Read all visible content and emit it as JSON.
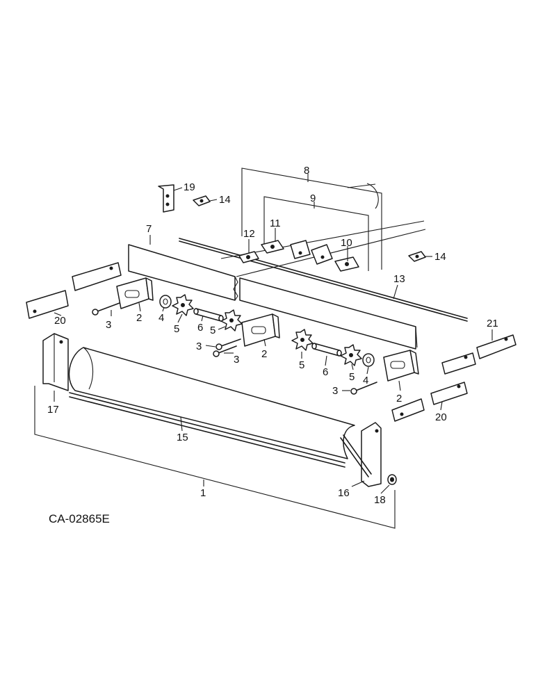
{
  "drawing_code": "CA-02865E",
  "callouts": {
    "c1": "1",
    "c2a": "2",
    "c2b": "2",
    "c2c": "2",
    "c3a": "3",
    "c3b": "3",
    "c3c": "3",
    "c3d": "3",
    "c4a": "4",
    "c4b": "4",
    "c5a": "5",
    "c5b": "5",
    "c5c": "5",
    "c5d": "5",
    "c6a": "6",
    "c6b": "6",
    "c7": "7",
    "c8": "8",
    "c9": "9",
    "c10": "10",
    "c11": "11",
    "c12": "12",
    "c13": "13",
    "c14a": "14",
    "c14b": "14",
    "c15": "15",
    "c16": "16",
    "c17": "17",
    "c18": "18",
    "c19": "19",
    "c20a": "20",
    "c20b": "20",
    "c21": "21"
  },
  "colors": {
    "ink": "#1a1a1a",
    "paper": "#ffffff"
  }
}
